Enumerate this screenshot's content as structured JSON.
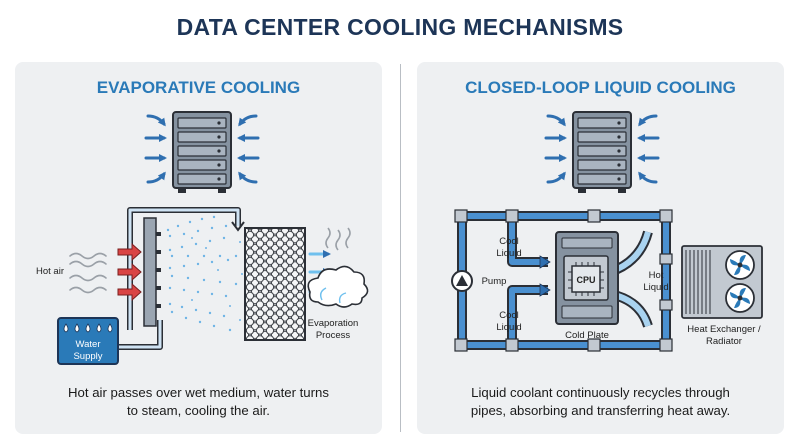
{
  "title": "DATA CENTER COOLING MECHANISMS",
  "left": {
    "title": "EVAPORATIVE COOLING",
    "description_line1": "Hot air passes over wet medium, water turns",
    "description_line2": "to steam, cooling the air.",
    "labels": {
      "hot_air": "Hot air",
      "water_supply_line1": "Water",
      "water_supply_line2": "Supply",
      "evaporation_line1": "Evaporation",
      "evaporation_line2": "Process"
    }
  },
  "right": {
    "title": "CLOSED-LOOP LIQUID COOLING",
    "description_line1": "Liquid coolant continuously recycles through",
    "description_line2": "pipes, absorbing and transferring heat away.",
    "labels": {
      "cool_liquid_top_line1": "Cool",
      "cool_liquid_top_line2": "Liquid",
      "pump": "Pump",
      "cool_liquid_bottom_line1": "Cool",
      "cool_liquid_bottom_line2": "Liquid",
      "hot_liquid_line1": "Hot",
      "hot_liquid_line2": "Liquid",
      "cpu": "CPU",
      "cold_plate": "Cold Plate",
      "heat_exchanger_line1": "Heat Exchanger /",
      "heat_exchanger_line2": "Radiator"
    }
  },
  "colors": {
    "title": "#1d3557",
    "panel_title": "#2a7ab8",
    "panel_bg": "#eef0f2",
    "pipe": "#4a90d0",
    "hot": "#d94444",
    "server": "#8592a0"
  }
}
